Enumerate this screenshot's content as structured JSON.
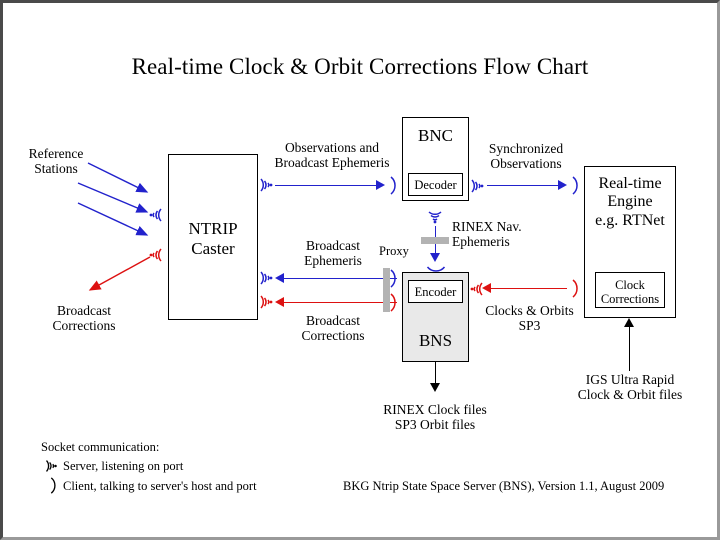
{
  "title": "Real-time Clock & Orbit Corrections Flow Chart",
  "colors": {
    "server_blue": "#2222cc",
    "client_red": "#dd1111",
    "line_black": "#000000",
    "proxy_gray": "#b3b3b3",
    "bns_fill": "#e9e9e9"
  },
  "nodes": {
    "reference_stations": "Reference\nStations",
    "broadcast_corrections_out": "Broadcast\nCorrections",
    "ntrip_caster": "NTRIP\nCaster",
    "bnc": "BNC",
    "decoder": "Decoder",
    "bns": "BNS",
    "encoder": "Encoder",
    "realtime_engine": "Real-time\nEngine\ne.g. RTNet",
    "clock_corrections": "Clock\nCorrections"
  },
  "edge_labels": {
    "observations_broadcast_ephemeris": "Observations and\nBroadcast Ephemeris",
    "synchronized_observations": "Synchronized\nObservations",
    "broadcast_ephemeris": "Broadcast\nEphemeris",
    "broadcast_corrections_in": "Broadcast\nCorrections",
    "proxy": "Proxy",
    "rinex_nav_ephemeris": "RINEX Nav.\nEphemeris",
    "clocks_orbits_sp3": "Clocks & Orbits\nSP3",
    "rinex_clock_sp3_files": "RINEX Clock files\nSP3 Orbit files",
    "igs_ultra_rapid": "IGS Ultra Rapid\nClock & Orbit files"
  },
  "legend": {
    "heading": "Socket communication:",
    "server": "Server, listening on port",
    "client": "Client, talking to server's host and port"
  },
  "footer": "BKG Ntrip State Space Server (BNS), Version 1.1, August 2009"
}
